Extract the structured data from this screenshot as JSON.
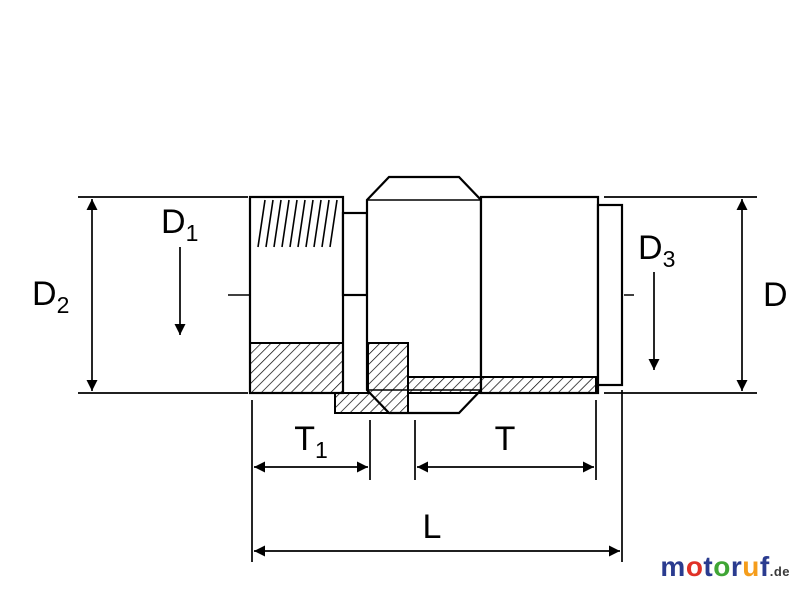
{
  "drawing": {
    "dimension_labels": {
      "d1": {
        "base": "D",
        "sub": "1"
      },
      "d2": {
        "base": "D",
        "sub": "2"
      },
      "d3": {
        "base": "D",
        "sub": "3"
      },
      "d": {
        "base": "D",
        "sub": ""
      },
      "t1": {
        "base": "T",
        "sub": "1"
      },
      "t": {
        "base": "T",
        "sub": ""
      },
      "l": {
        "base": "L",
        "sub": ""
      }
    },
    "line_color": "#000000",
    "background_color": "#ffffff"
  },
  "logo": {
    "letters": [
      {
        "ch": "m",
        "color": "#2a3b8f"
      },
      {
        "ch": "o",
        "color": "#e03127"
      },
      {
        "ch": "t",
        "color": "#2a3b8f"
      },
      {
        "ch": "o",
        "color": "#3fa535"
      },
      {
        "ch": "r",
        "color": "#2a3b8f"
      },
      {
        "ch": "u",
        "color": "#f59d1c"
      },
      {
        "ch": "f",
        "color": "#2a3b8f"
      }
    ],
    "suffix": {
      "text": ".de",
      "color": "#3a3a3a"
    }
  }
}
